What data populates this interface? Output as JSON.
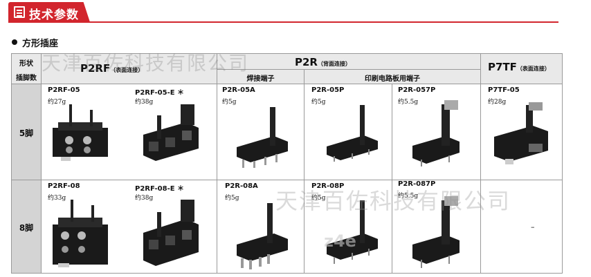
{
  "header": {
    "title": "技术参数",
    "icon": "document-list-icon",
    "accent_color": "#d2252d"
  },
  "section": {
    "title": "方形插座"
  },
  "table": {
    "corner_top": "形状",
    "corner_bottom": "插脚数",
    "groups": [
      {
        "name": "P2RF",
        "note": "（表面连接）"
      },
      {
        "name": "P2R",
        "note": "（背面连接）"
      },
      {
        "name": "P7TF",
        "note": "（表面连接）"
      }
    ],
    "subgroups": {
      "solder": "焊接端子",
      "pcb": "印刷电路板用端子"
    },
    "rows": [
      {
        "pins": "5脚",
        "cells": [
          {
            "model": "P2RF-05",
            "weight": "约27g"
          },
          {
            "model": "P2RF-05-E ＊",
            "weight": "约38g"
          },
          {
            "model": "P2R-05A",
            "weight": "约5g"
          },
          {
            "model": "P2R-05P",
            "weight": "约5g"
          },
          {
            "model": "P2R-057P",
            "weight": "约5.5g"
          },
          {
            "model": "P7TF-05",
            "weight": "约28g"
          }
        ]
      },
      {
        "pins": "8脚",
        "cells": [
          {
            "model": "P2RF-08",
            "weight": "约33g"
          },
          {
            "model": "P2RF-08-E ＊",
            "weight": "约38g"
          },
          {
            "model": "P2R-08A",
            "weight": "约5g"
          },
          {
            "model": "P2R-08P",
            "weight": "约5g"
          },
          {
            "model": "P2R-087P",
            "weight": "约5.5g"
          },
          {
            "model": "",
            "weight": "",
            "empty": "–"
          }
        ]
      }
    ]
  },
  "watermark": {
    "text1": "天津百佐科技有限公司",
    "text2": "天津百佐科技有限公司",
    "text3": "z4e"
  }
}
